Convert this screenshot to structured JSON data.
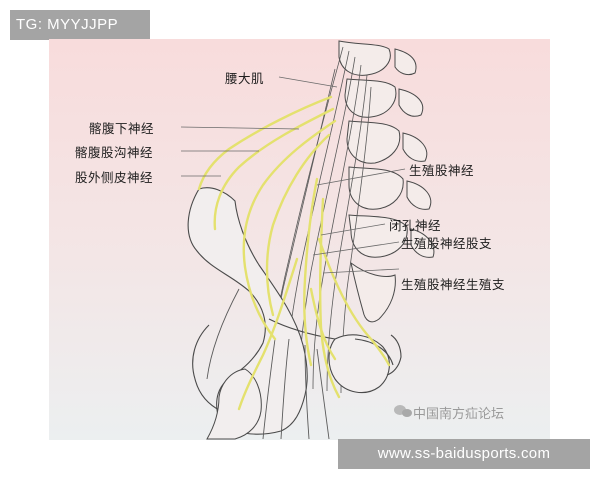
{
  "overlay": {
    "top_tag": "TG: MYYJJPP",
    "bottom_tag": "www.ss-baidusports.com"
  },
  "diagram": {
    "labels": {
      "psoas_major": "腰大肌",
      "iliohypogastric": "髂腹下神经",
      "ilioinguinal": "髂腹股沟神经",
      "lateral_femoral_cutaneous": "股外侧皮神经",
      "genitofemoral": "生殖股神经",
      "obturator": "闭孔神经",
      "femoral_branch": "生殖股神经股支",
      "genital_branch": "生殖股神经生殖支"
    },
    "watermark": "中国南方疝论坛",
    "colors": {
      "background_top": "#f7dede",
      "background_bottom": "#eef0f0",
      "nerve": "#e6e37a",
      "ink": "#3a3a3a"
    }
  }
}
